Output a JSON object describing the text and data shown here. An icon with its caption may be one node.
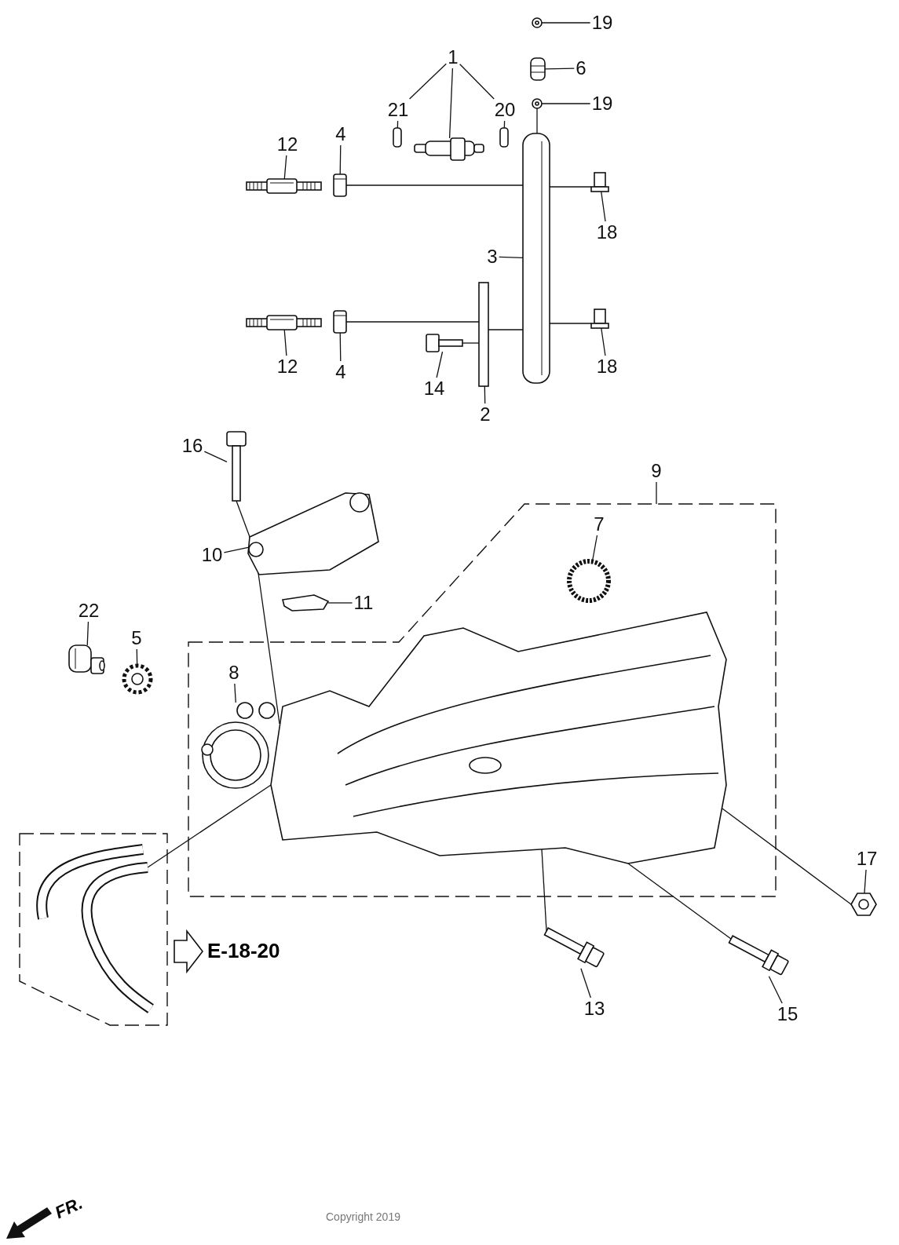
{
  "diagram": {
    "nodes": [
      {
        "text": [
          "1"
        ]
      },
      {
        "text": [],
        "shape": "picture"
      },
      {
        "text": [
          "21"
        ]
      },
      {
        "text": [],
        "shape": "box"
      },
      {
        "text": [
          "20"
        ]
      },
      {
        "text": [],
        "shape": "box"
      },
      {
        "text": [
          "19"
        ]
      },
      {
        "text": [],
        "shape": "picture"
      },
      {
        "text": [
          "6"
        ]
      },
      {
        "text": [],
        "shape": "picture"
      },
      {
        "text": [
          "19"
        ]
      },
      {
        "text": [],
        "shape": "picture"
      },
      {
        "text": [
          "12"
        ]
      },
      {
        "text": [],
        "shape": "picture"
      },
      {
        "text": [
          "4"
        ]
      },
      {
        "text": [],
        "shape": "picture"
      },
      {
        "text": [
          "18"
        ]
      },
      {
        "text": [],
        "shape": "picture"
      },
      {
        "text": [
          "3"
        ]
      },
      {
        "text": [],
        "shape": "picture"
      },
      {
        "text": [
          "12"
        ]
      },
      {
        "text": [],
        "shape": "picture"
      },
      {
        "text": [
          "4"
        ]
      },
      {
        "text": [],
        "shape": "picture"
      },
      {
        "text": [
          "18"
        ]
      },
      {
        "text": [],
        "shape": "picture"
      },
      {
        "text": [
          "14"
        ]
      },
      {
        "text": [],
        "shape": "picture"
      },
      {
        "text": [
          "2"
        ]
      },
      {
        "text": [],
        "shape": "bar"
      },
      {
        "text": [
          "16"
        ]
      },
      {
        "text": [],
        "shape": "picture"
      },
      {
        "text": [
          "10"
        ]
      },
      {
        "text": [],
        "shape": "picture"
      },
      {
        "text": [
          "11"
        ]
      },
      {
        "text": [],
        "shape": "picture"
      },
      {
        "text": [
          "22"
        ]
      },
      {
        "text": [],
        "shape": "picture"
      },
      {
        "text": [
          "5"
        ]
      },
      {
        "text": [],
        "shape": "picture"
      },
      {
        "text": [
          "8"
        ]
      },
      {
        "text": [],
        "shape": "picture"
      },
      {
        "text": [
          "9"
        ]
      },
      {
        "text": [],
        "shape": "picture"
      },
      {
        "text": [
          "7"
        ]
      },
      {
        "text": [],
        "shape": "circle"
      },
      {
        "text": [
          "17"
        ]
      },
      {
        "text": [],
        "shape": "picture"
      },
      {
        "text": [
          "13"
        ]
      },
      {
        "text": [],
        "shape": "picture"
      },
      {
        "text": [
          "15"
        ]
      },
      {
        "text": [],
        "shape": "picture"
      },
      {
        "text": [],
        "shape": "picture"
      }
    ],
    "edges": [
      {
        "from": 0,
        "to": 1,
        "arrow": "none"
      },
      {
        "from": 0,
        "to": 2,
        "arrow": "none"
      },
      {
        "from": 0,
        "to": 4,
        "arrow": "none"
      },
      {
        "from": 2,
        "to": 3,
        "arrow": "none"
      },
      {
        "from": 4,
        "to": 5,
        "arrow": "none"
      },
      {
        "from": 6,
        "to": 7,
        "arrow": "none"
      },
      {
        "from": 8,
        "to": 9,
        "arrow": "none"
      },
      {
        "from": 10,
        "to": 11,
        "arrow": "none"
      },
      {
        "from": 12,
        "to": 13,
        "arrow": "none"
      },
      {
        "from": 14,
        "to": 15,
        "arrow": "none"
      },
      {
        "from": 16,
        "to": 17,
        "arrow": "none"
      },
      {
        "from": 18,
        "to": 19,
        "arrow": "none"
      },
      {
        "from": 20,
        "to": 21,
        "arrow": "none"
      },
      {
        "from": 22,
        "to": 23,
        "arrow": "none"
      },
      {
        "from": 24,
        "to": 25,
        "arrow": "none"
      },
      {
        "from": 26,
        "to": 27,
        "arrow": "none"
      },
      {
        "from": 28,
        "to": 29,
        "arrow": "none"
      },
      {
        "from": 30,
        "to": 31,
        "arrow": "none"
      },
      {
        "from": 32,
        "to": 33,
        "arrow": "none"
      },
      {
        "from": 34,
        "to": 35,
        "arrow": "none"
      },
      {
        "from": 36,
        "to": 37,
        "arrow": "none"
      },
      {
        "from": 38,
        "to": 39,
        "arrow": "none"
      },
      {
        "from": 40,
        "to": 41,
        "arrow": "none"
      },
      {
        "from": 42,
        "to": null,
        "arrow": "none"
      },
      {
        "from": 44,
        "to": 45,
        "arrow": "none"
      },
      {
        "from": 46,
        "to": 47,
        "arrow": "none"
      },
      {
        "from": 48,
        "to": 49,
        "arrow": "none"
      },
      {
        "from": 50,
        "to": 51,
        "arrow": "none"
      },
      {
        "from": 11,
        "to": 19,
        "arrow": "none"
      },
      {
        "from": 15,
        "to": 19,
        "arrow": "none"
      },
      {
        "from": 17,
        "to": 19,
        "arrow": "none"
      },
      {
        "from": 23,
        "to": 29,
        "arrow": "none"
      },
      {
        "from": 25,
        "to": 19,
        "arrow": "none"
      },
      {
        "from": 27,
        "to": 29,
        "arrow": "none"
      },
      {
        "from": 29,
        "to": 19,
        "arrow": "none"
      },
      {
        "from": 31,
        "to": 33,
        "arrow": "none"
      },
      {
        "from": 33,
        "to": 43,
        "arrow": "none"
      },
      {
        "from": 49,
        "to": 43,
        "arrow": "none"
      },
      {
        "from": 51,
        "to": 43,
        "arrow": "none"
      },
      {
        "from": 47,
        "to": 43,
        "arrow": "none"
      },
      {
        "from": 52,
        "to": 43,
        "arrow": "none"
      }
    ],
    "labels": [
      "E-18-20",
      "FR.",
      "Copyright 2019"
    ]
  }
}
